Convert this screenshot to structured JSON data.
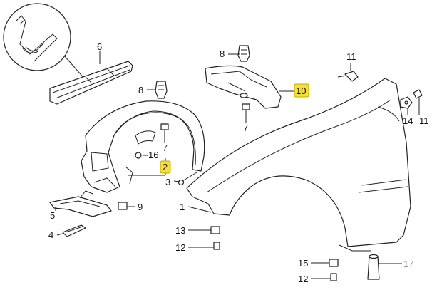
{
  "parts": {
    "p1": "1",
    "p2": "2",
    "p3": "3",
    "p4": "4",
    "p5": "5",
    "p6": "6",
    "p7a": "7",
    "p7b": "7",
    "p8a": "8",
    "p8b": "8",
    "p9": "9",
    "p10": "10",
    "p11a": "11",
    "p11b": "11",
    "p12a": "12",
    "p12b": "12",
    "p13": "13",
    "p14": "14",
    "p15": "15",
    "p16": "16",
    "p17": "17"
  },
  "colors": {
    "highlight": "#f3df3a",
    "faded_label": "#9a9a9a"
  }
}
